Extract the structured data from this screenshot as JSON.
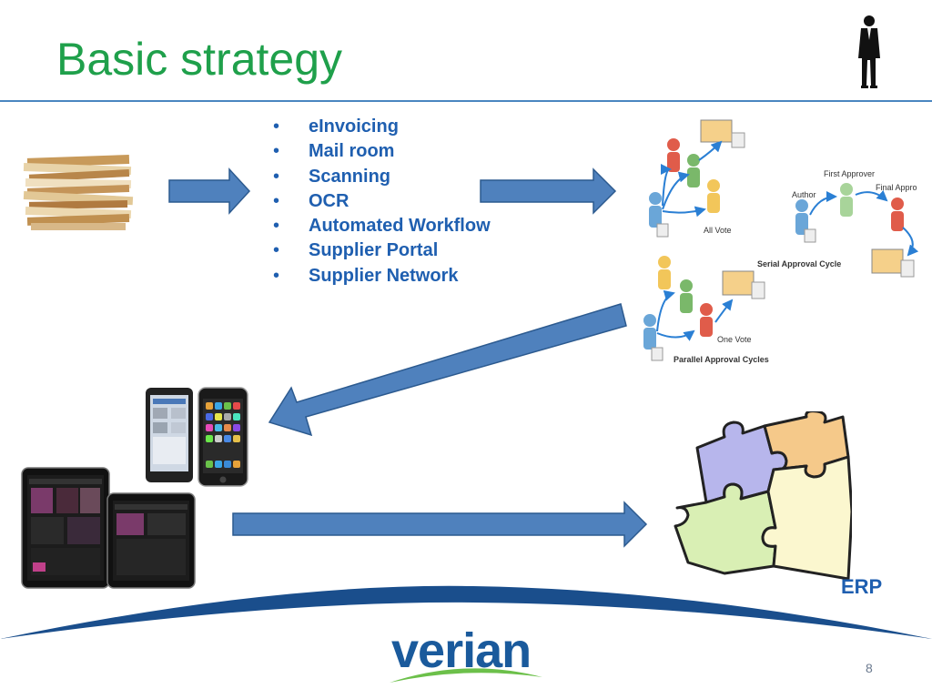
{
  "slide": {
    "title": "Basic strategy",
    "page_number": "8"
  },
  "bullets": [
    "eInvoicing",
    "Mail room",
    "Scanning",
    "OCR",
    "Automated Workflow",
    "Supplier Portal",
    "Supplier Network"
  ],
  "workflow_diagram": {
    "all_vote": "All Vote",
    "first_approver": "First Approver",
    "author": "Author",
    "final_approver": "Final Appro",
    "serial_cycle": "Serial Approval Cycle",
    "one_vote": "One Vote",
    "parallel_cycles": "Parallel Approval Cycles"
  },
  "erp": {
    "label": "ERP"
  },
  "logo": {
    "text": "verian"
  },
  "colors": {
    "title": "#1fa04b",
    "bullet_text": "#1f5fb0",
    "arrow_fill": "#4f81bd",
    "arrow_stroke": "#2c5a8f",
    "footer_wave": "#1a4e8c",
    "logo_blue": "#1a5a9c",
    "logo_green": "#6cc04a"
  },
  "icons": {
    "businessman": "businessman-silhouette-icon",
    "paper_stack": "paper-stack-icon",
    "devices": "mobile-devices-icon",
    "puzzle": "puzzle-pieces-icon"
  }
}
